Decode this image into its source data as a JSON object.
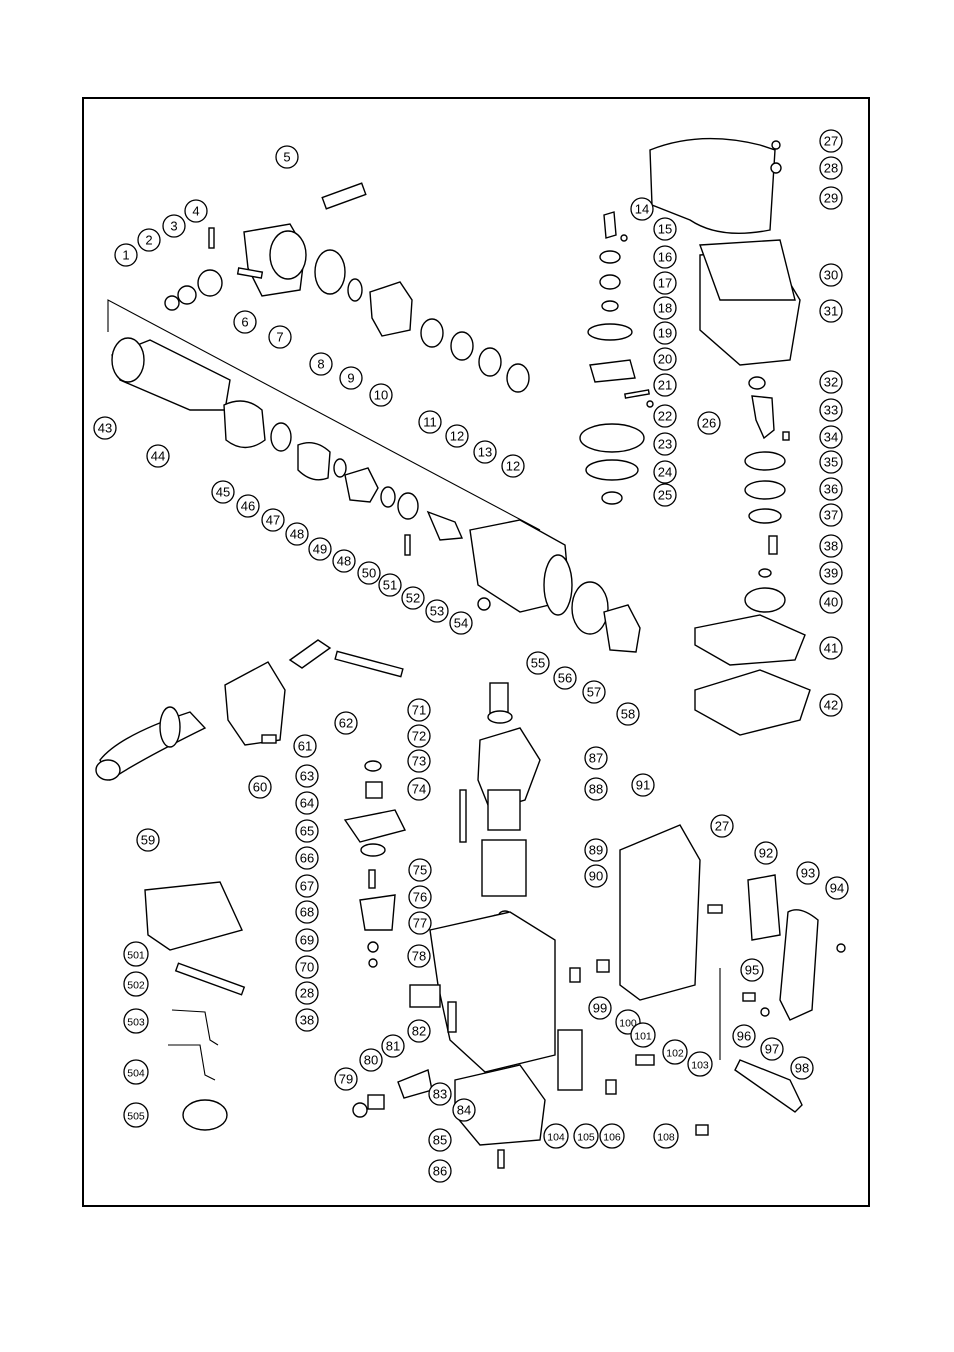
{
  "diagram": {
    "part_numbers": [
      "1",
      "2",
      "3",
      "4",
      "5",
      "6",
      "7",
      "8",
      "9",
      "10",
      "11",
      "12",
      "13",
      "12",
      "14",
      "15",
      "16",
      "17",
      "18",
      "19",
      "20",
      "21",
      "22",
      "23",
      "24",
      "25",
      "26",
      "27",
      "28",
      "29",
      "30",
      "31",
      "32",
      "33",
      "34",
      "35",
      "36",
      "37",
      "38",
      "39",
      "40",
      "41",
      "42",
      "43",
      "44",
      "45",
      "46",
      "47",
      "48",
      "49",
      "48",
      "50",
      "51",
      "52",
      "53",
      "54",
      "55",
      "56",
      "57",
      "58",
      "59",
      "60",
      "61",
      "62",
      "63",
      "64",
      "65",
      "66",
      "67",
      "68",
      "69",
      "70",
      "28",
      "38",
      "71",
      "72",
      "73",
      "87",
      "88",
      "74",
      "89",
      "90",
      "91",
      "27",
      "92",
      "93",
      "94",
      "75",
      "76",
      "77",
      "78",
      "82",
      "79",
      "80",
      "81",
      "83",
      "84",
      "85",
      "86",
      "99",
      "100",
      "101",
      "102",
      "103",
      "95",
      "96",
      "97",
      "98",
      "104",
      "105",
      "106",
      "108",
      "501",
      "502",
      "503",
      "504",
      "505"
    ]
  }
}
